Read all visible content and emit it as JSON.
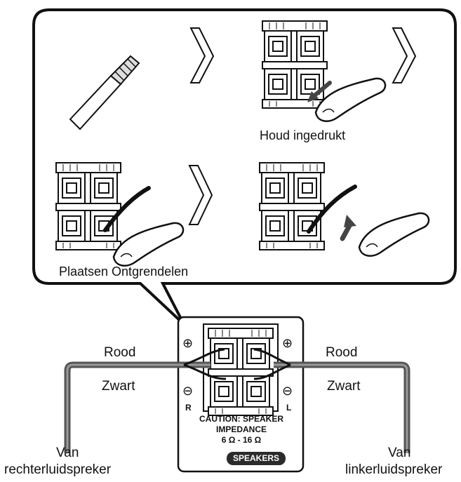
{
  "callout": {
    "hold_label": "Houd ingedrukt",
    "insert_release_label": "Plaatsen Ontgrendelen"
  },
  "panel": {
    "caution_line1": "CAUTION: SPEAKER",
    "caution_line2": "IMPEDANCE",
    "caution_line3": "6 Ω - 16 Ω",
    "speakers_badge": "SPEAKERS",
    "channel_right": "R",
    "channel_left": "L",
    "plus_sign": "⊕",
    "minus_sign": "⊖"
  },
  "wires": {
    "left_red": "Rood",
    "left_black": "Zwart",
    "right_red": "Rood",
    "right_black": "Zwart"
  },
  "sources": {
    "left_line1": "Van",
    "left_line2": "rechterluidspreker",
    "right_line1": "Van",
    "right_line2": "linkerluidspreker"
  }
}
